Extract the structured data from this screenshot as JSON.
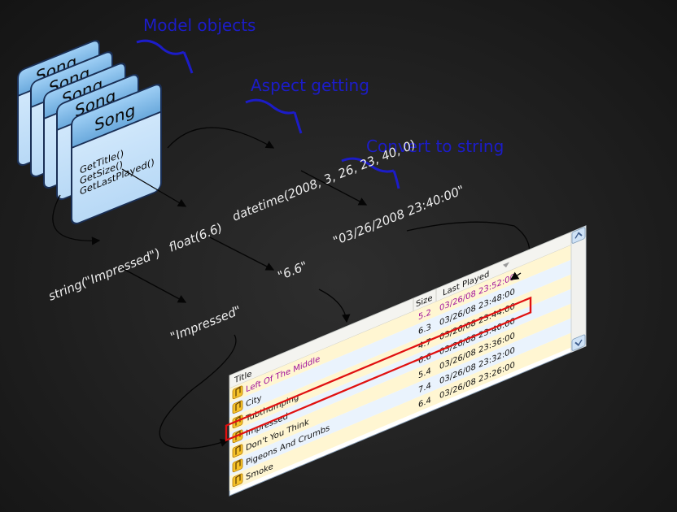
{
  "labels": {
    "model_objects": "Model objects",
    "aspect_getting": "Aspect getting",
    "convert_to_string": "Convert to string"
  },
  "cards": {
    "titles": [
      "Song",
      "Song",
      "Song",
      "Song",
      "Song"
    ],
    "methods": [
      "GetTitle()",
      "GetSize()",
      "GetLastPlayed()"
    ]
  },
  "values": {
    "title_raw": "string(\"Impressed\")",
    "size_raw": "float(6.6)",
    "date_raw": "datetime(2008, 3, 26, 23, 40, 0)",
    "title_str": "\"Impressed\"",
    "size_str": "\"6.6\"",
    "date_str": "\"03/26/2008 23:40:00\""
  },
  "listview": {
    "columns": [
      "Title",
      "Size",
      "Last Played"
    ],
    "rows": [
      {
        "title": "Left Of The Middle",
        "size": "5.2",
        "played": "03/26/08 23:52:00",
        "highlight": true
      },
      {
        "title": "City",
        "size": "6.3",
        "played": "03/26/08 23:48:00",
        "highlight": false
      },
      {
        "title": "Tubthumping",
        "size": "4.7",
        "played": "03/26/08 23:44:00",
        "highlight": false
      },
      {
        "title": "Impressed",
        "size": "6.6",
        "played": "03/26/08 23:40:00",
        "highlight": false,
        "selected": true
      },
      {
        "title": "Don't You Think",
        "size": "5.4",
        "played": "03/26/08 23:36:00",
        "highlight": false
      },
      {
        "title": "Pigeons And Crumbs",
        "size": "7.4",
        "played": "03/26/08 23:32:00",
        "highlight": false
      },
      {
        "title": "Smoke",
        "size": "6.4",
        "played": "03/26/08 23:26:00",
        "highlight": false
      }
    ]
  },
  "colors": {
    "label_blue": "#1c1cc8",
    "card_fill": "#bfe0fb",
    "card_stroke": "#1a2f55",
    "row_yellow": "#fff6d2",
    "row_blue": "#eaf3fd",
    "highlight_text": "#a0109a",
    "selection_red": "#e01010"
  },
  "icons": {
    "row_icon": "music-note-icon",
    "scroll_up": "chevron-up-icon",
    "scroll_down": "chevron-down-icon",
    "sort": "sort-arrow-icon"
  }
}
